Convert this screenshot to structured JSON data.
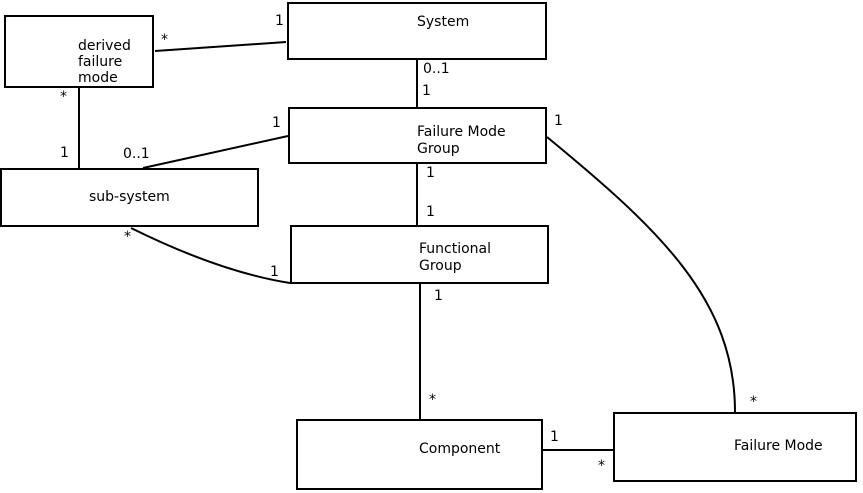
{
  "diagram": {
    "background_color": "#ffffff",
    "line_color": "#000000",
    "text_color": "#000000",
    "boxes": [
      {
        "id": "derived-failure-mode",
        "label": "derived\nfailure\nmode"
      },
      {
        "id": "system",
        "label": "System"
      },
      {
        "id": "failure-mode-group",
        "label": "Failure Mode\nGroup"
      },
      {
        "id": "sub-system",
        "label": "sub-system"
      },
      {
        "id": "functional-group",
        "label": "Functional\nGroup"
      },
      {
        "id": "component",
        "label": "Component"
      },
      {
        "id": "failure-mode",
        "label": "Failure Mode"
      }
    ],
    "associations": [
      {
        "from": "System",
        "to": "derived failure mode",
        "from_mult": "1",
        "to_mult": "*"
      },
      {
        "from": "System",
        "to": "Failure Mode Group",
        "from_mult": "0..1",
        "to_mult": "1"
      },
      {
        "from": "derived failure mode",
        "to": "sub-system",
        "from_mult": "*",
        "to_mult": "1"
      },
      {
        "from": "Failure Mode Group",
        "to": "sub-system",
        "from_mult": "1",
        "to_mult": "0..1"
      },
      {
        "from": "Failure Mode Group",
        "to": "Functional Group",
        "from_mult": "1",
        "to_mult": "1"
      },
      {
        "from": "sub-system",
        "to": "Functional Group",
        "from_mult": "*",
        "to_mult": "1"
      },
      {
        "from": "Functional Group",
        "to": "Component",
        "from_mult": "1",
        "to_mult": "*"
      },
      {
        "from": "Component",
        "to": "Failure Mode",
        "from_mult": "1",
        "to_mult": "*"
      },
      {
        "from": "Failure Mode Group",
        "to": "Failure Mode",
        "from_mult": "1",
        "to_mult": "*"
      }
    ]
  }
}
